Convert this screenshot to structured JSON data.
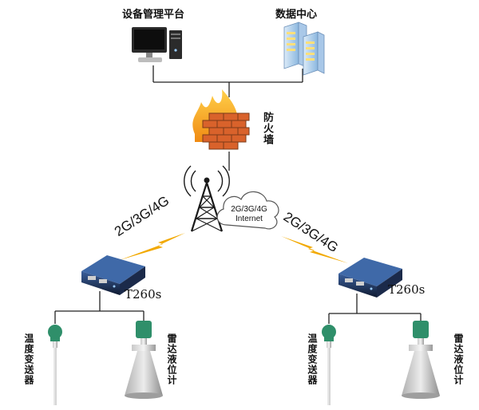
{
  "nodes": {
    "mgmt_platform": "设备管理平台",
    "data_center": "数据中心",
    "firewall": "防火墙",
    "cloud_line1": "2G/3G/4G",
    "cloud_line2": "Internet",
    "left_link": "2G/3G/4G",
    "right_link": "2G/3G/4G",
    "left_router_model": "T260s",
    "right_router_model": "T260s",
    "left_temp_sensor": "温度变送器",
    "left_radar_level": "雷达液位计",
    "right_temp_sensor": "温度变送器",
    "right_radar_level": "雷达液位计"
  },
  "colors": {
    "line": "#222222",
    "lightning": "#f2a900",
    "router": "#1b2a4a",
    "brick": "#d9622b",
    "server": "#7fb0dd"
  },
  "icons": [
    "monitor-pc-icon",
    "server-rack-icon",
    "firewall-icon",
    "cell-tower-icon",
    "cloud-icon",
    "router-icon",
    "temperature-transmitter-icon",
    "radar-level-meter-icon",
    "lightning-link-icon"
  ]
}
